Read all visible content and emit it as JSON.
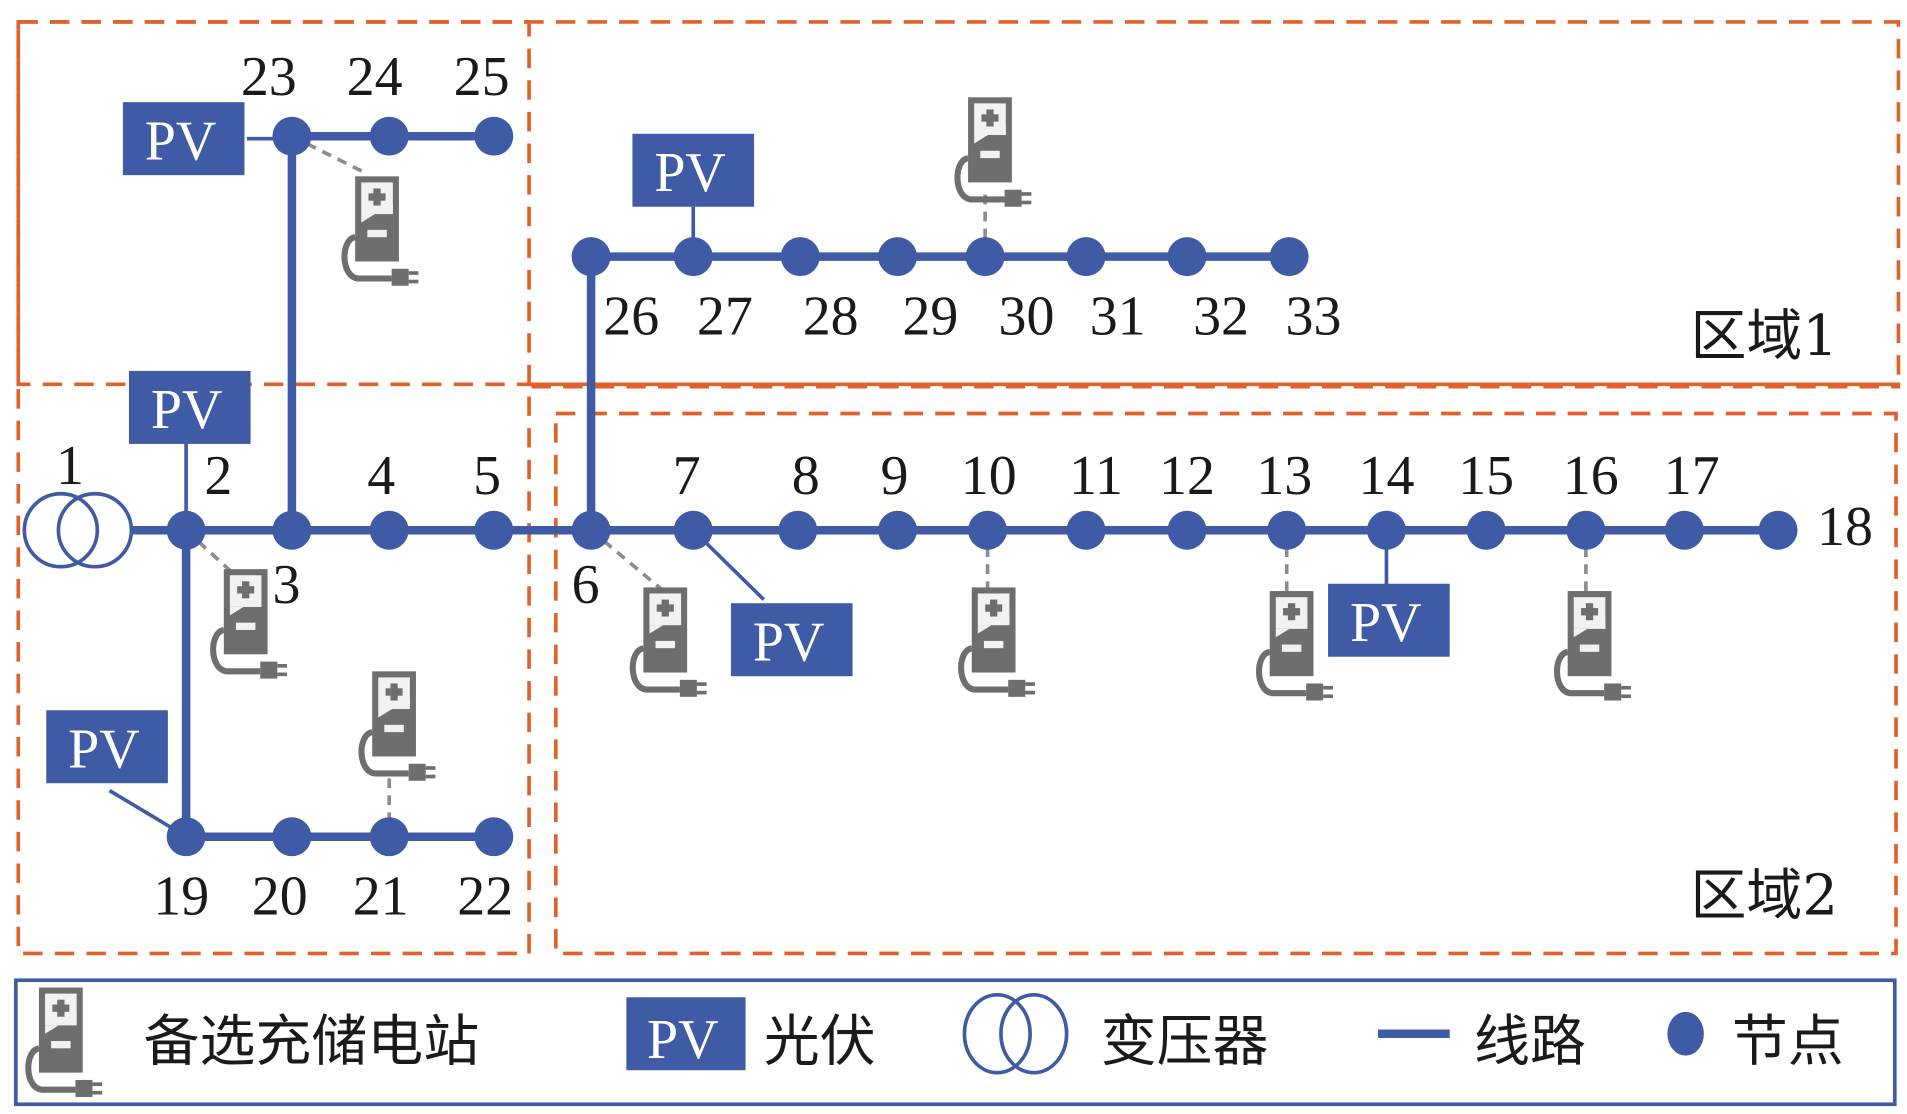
{
  "title": "33-node distribution network with PV and candidate charging-storage stations",
  "colors": {
    "line": "#3f5ba5",
    "node": "#3f5ba5",
    "pv_box": "#3f5ba5",
    "region_border": "#e0622a",
    "station_icon": "#6e6e6e"
  },
  "regions": [
    {
      "id": "region-1",
      "label": "区域1"
    },
    {
      "id": "region-2",
      "label": "区域2"
    }
  ],
  "transformer": {
    "node": "1",
    "label": "1"
  },
  "nodes": {
    "n1": "1",
    "n2": "2",
    "n3": "3",
    "n4": "4",
    "n5": "5",
    "n6": "6",
    "n7": "7",
    "n8": "8",
    "n9": "9",
    "n10": "10",
    "n11": "11",
    "n12": "12",
    "n13": "13",
    "n14": "14",
    "n15": "15",
    "n16": "16",
    "n17": "17",
    "n18": "18",
    "n19": "19",
    "n20": "20",
    "n21": "21",
    "n22": "22",
    "n23": "23",
    "n24": "24",
    "n25": "25",
    "n26": "26",
    "n27": "27",
    "n28": "28",
    "n29": "29",
    "n30": "30",
    "n31": "31",
    "n32": "32",
    "n33": "33"
  },
  "branches": [
    [
      "1",
      "2"
    ],
    [
      "2",
      "3"
    ],
    [
      "3",
      "4"
    ],
    [
      "4",
      "5"
    ],
    [
      "5",
      "6"
    ],
    [
      "6",
      "7"
    ],
    [
      "7",
      "8"
    ],
    [
      "8",
      "9"
    ],
    [
      "9",
      "10"
    ],
    [
      "10",
      "11"
    ],
    [
      "11",
      "12"
    ],
    [
      "12",
      "13"
    ],
    [
      "13",
      "14"
    ],
    [
      "14",
      "15"
    ],
    [
      "15",
      "16"
    ],
    [
      "16",
      "17"
    ],
    [
      "17",
      "18"
    ],
    [
      "2",
      "19"
    ],
    [
      "19",
      "20"
    ],
    [
      "20",
      "21"
    ],
    [
      "21",
      "22"
    ],
    [
      "3",
      "23"
    ],
    [
      "23",
      "24"
    ],
    [
      "24",
      "25"
    ],
    [
      "6",
      "26"
    ],
    [
      "26",
      "27"
    ],
    [
      "27",
      "28"
    ],
    [
      "28",
      "29"
    ],
    [
      "29",
      "30"
    ],
    [
      "30",
      "31"
    ],
    [
      "31",
      "32"
    ],
    [
      "32",
      "33"
    ]
  ],
  "pv": {
    "label": "PV",
    "attached_nodes": [
      "2",
      "7",
      "14",
      "19",
      "23",
      "27"
    ]
  },
  "charging_stations": {
    "attached_nodes": [
      "2",
      "6",
      "10",
      "13",
      "16",
      "21",
      "23",
      "30"
    ]
  },
  "legend": {
    "station": "备选充储电站",
    "pv_symbol": "PV",
    "pv": "光伏",
    "transformer": "变压器",
    "line": "线路",
    "node": "节点"
  }
}
